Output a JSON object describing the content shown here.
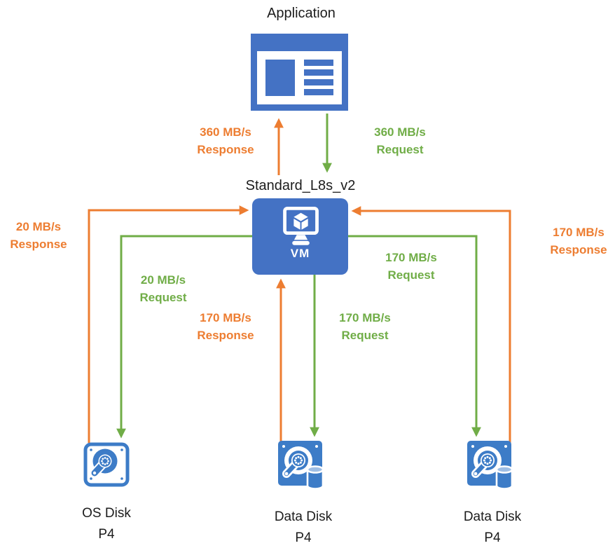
{
  "diagram": {
    "description": "Azure VM disk throughput diagram",
    "colors": {
      "blue": "#4472C4",
      "orange": "#ED7D31",
      "green": "#70AD47"
    }
  },
  "application": {
    "title": "Application"
  },
  "vm": {
    "title": "Standard_L8s_v2",
    "label": "VM"
  },
  "flows": [
    {
      "id": "app-response",
      "value": "360 MB/s",
      "kind": "Response",
      "color": "#ED7D31",
      "path": "VM to Application"
    },
    {
      "id": "app-request",
      "value": "360 MB/s",
      "kind": "Request",
      "color": "#70AD47",
      "path": "Application to VM"
    },
    {
      "id": "os-response",
      "value": "20 MB/s",
      "kind": "Response",
      "color": "#ED7D31",
      "path": "OS Disk to VM"
    },
    {
      "id": "os-request",
      "value": "20 MB/s",
      "kind": "Request",
      "color": "#70AD47",
      "path": "VM to OS Disk"
    },
    {
      "id": "data1-response",
      "value": "170 MB/s",
      "kind": "Response",
      "color": "#ED7D31",
      "path": "Data Disk 1 to VM"
    },
    {
      "id": "data1-request",
      "value": "170 MB/s",
      "kind": "Request",
      "color": "#70AD47",
      "path": "VM to Data Disk 1"
    },
    {
      "id": "data2-request",
      "value": "170 MB/s",
      "kind": "Request",
      "color": "#70AD47",
      "path": "VM to Data Disk 2"
    },
    {
      "id": "data2-response",
      "value": "170 MB/s",
      "kind": "Response",
      "color": "#ED7D31",
      "path": "Data Disk 2 to VM"
    }
  ],
  "disks": [
    {
      "name": "OS Disk",
      "tier": "P4"
    },
    {
      "name": "Data Disk",
      "tier": "P4"
    },
    {
      "name": "Data Disk",
      "tier": "P4"
    }
  ]
}
